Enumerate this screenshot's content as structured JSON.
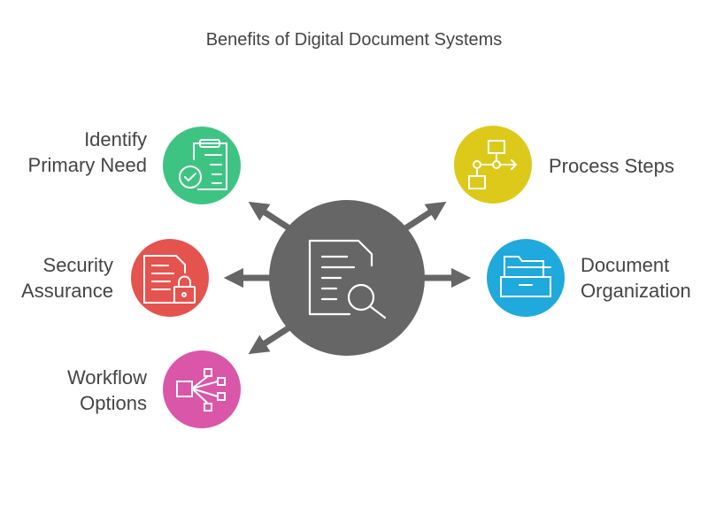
{
  "title": "Benefits of Digital Document Systems",
  "center": {
    "icon": "document-search-icon",
    "color": "#666666"
  },
  "nodes": [
    {
      "id": "identify",
      "lines": [
        "Identify",
        "Primary Need"
      ],
      "color": "#3dc483",
      "icon": "clipboard-check-icon"
    },
    {
      "id": "security",
      "lines": [
        "Security",
        "Assurance"
      ],
      "color": "#e5534f",
      "icon": "document-lock-icon"
    },
    {
      "id": "workflow",
      "lines": [
        "Workflow",
        "Options"
      ],
      "color": "#da56a8",
      "icon": "branching-network-icon"
    },
    {
      "id": "process",
      "lines": [
        "Process Steps"
      ],
      "color": "#ddc919",
      "icon": "flowchart-icon"
    },
    {
      "id": "organization",
      "lines": [
        "Document",
        "Organization"
      ],
      "color": "#1fa9dc",
      "icon": "file-drawer-icon"
    }
  ]
}
